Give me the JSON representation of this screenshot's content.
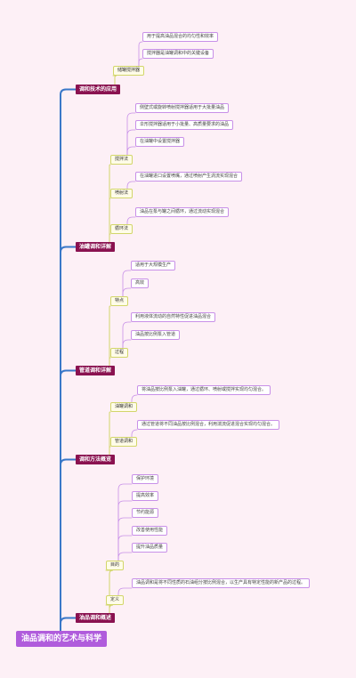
{
  "root": "油品调和的艺术与科学",
  "sections": [
    {
      "title": "调和技术的应用",
      "children": [
        {
          "label": "储罐搅拌器",
          "items": [
            "用于提高油品混合的均匀性和效率",
            "搅拌器是油罐调和中的关键设备"
          ]
        }
      ]
    },
    {
      "title": "油罐调和详解",
      "children": [
        {
          "label": "搅拌法",
          "items": [
            "侧壁式或旋转喷射搅拌器适用于大批量油品",
            "伞形搅拌器适用于小批量、高质量要求的油品",
            "在油罐中设置搅拌器"
          ]
        },
        {
          "label": "喷射法",
          "items": [
            "在油罐进口设置喷嘴，通过喷射产生涡流实现混合"
          ]
        },
        {
          "label": "循环法",
          "items": [
            "油品在泵与罐之间循环，通过流动实现混合"
          ]
        }
      ]
    },
    {
      "title": "管道调和详解",
      "children": [
        {
          "label": "特点",
          "items": [
            "适用于大规模生产",
            "高效"
          ]
        },
        {
          "label": "过程",
          "items": [
            "利用液体流动的自然特性促进油品混合",
            "油品按比例泵入管道"
          ]
        }
      ]
    },
    {
      "title": "调和方法概览",
      "children": [
        {
          "label": "油罐调和",
          "items": [
            "将油品按比例泵入油罐，通过循环、喷射或搅拌实现均匀混合。"
          ]
        },
        {
          "label": "管道调和",
          "items": [
            "通过管道将不同油品按比例混合，利用湍流促进混合实现均匀混合。"
          ]
        }
      ]
    },
    {
      "title": "油品调和概述",
      "children": [
        {
          "label": "目的",
          "items": [
            "保护环境",
            "提高效率",
            "节约能源",
            "改善使用性能",
            "提升油品质量"
          ]
        },
        {
          "label": "定义",
          "items": [
            "油品调和是将不同性质的石油组分按比例混合，以生产具有特定性能的新产品的过程。"
          ]
        }
      ]
    }
  ],
  "colors": {
    "background": "#fdf0f6",
    "root_fill": "#b05cdc",
    "section_fill": "#8a1250",
    "trunk_line": "#3a78c8",
    "branch_line": "#d2d66a",
    "leaf_line": "#c890e8"
  }
}
